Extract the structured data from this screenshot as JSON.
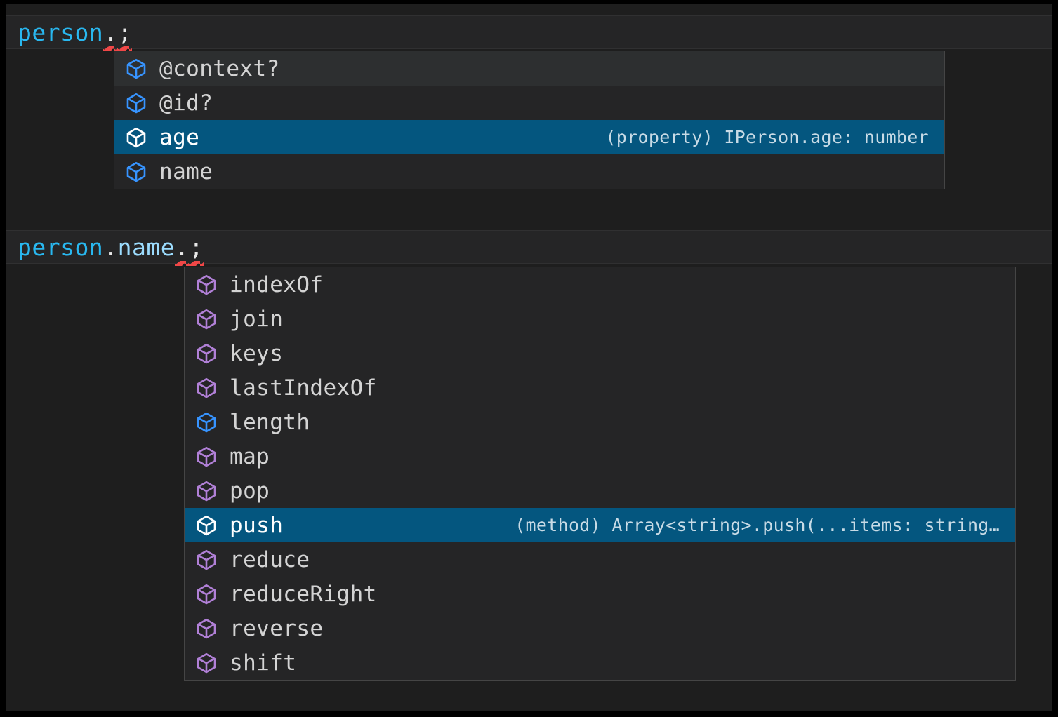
{
  "theme": {
    "frame": "#000000",
    "editor_background": "#1e1e1e",
    "active_line_background": "#252526",
    "widget_background": "#252526",
    "widget_border": "#454545",
    "selected_row_background": "#04567f",
    "hovered_row_background": "#2d2f30",
    "variable_color": "#29b8f0",
    "property_color": "#9cdcfe",
    "punctuation_color": "#e8e8e8",
    "label_color": "#d4d4d4",
    "detail_color": "#c8dbe6",
    "error_squiggle_color": "#f04747",
    "method_icon_color": "#b180d7",
    "property_icon_color": "#3794ff",
    "selected_icon_color": "#ffffff"
  },
  "editor": {
    "line_1": {
      "tokens": [
        {
          "text": "person",
          "kind": "variable"
        },
        {
          "text": ".",
          "kind": "punctuation",
          "error": true
        },
        {
          "text": ";",
          "kind": "punctuation",
          "error": true
        }
      ],
      "plain": "person.;"
    },
    "line_2": {
      "tokens": [
        {
          "text": "person",
          "kind": "variable"
        },
        {
          "text": ".",
          "kind": "punctuation"
        },
        {
          "text": "name",
          "kind": "property"
        },
        {
          "text": ".",
          "kind": "punctuation",
          "error": true
        },
        {
          "text": ";",
          "kind": "punctuation",
          "error": true
        }
      ],
      "plain": "person.name.;"
    }
  },
  "suggest_widget_1": {
    "name": "intellisense-suggestions-person",
    "items": [
      {
        "label": "@context?",
        "icon": "property-cube-icon",
        "icon_kind": "property",
        "detail": "",
        "state": "hovered"
      },
      {
        "label": "@id?",
        "icon": "property-cube-icon",
        "icon_kind": "property",
        "detail": "",
        "state": "normal"
      },
      {
        "label": "age",
        "icon": "property-cube-icon",
        "icon_kind": "property",
        "detail": "(property) IPerson.age: number",
        "state": "selected"
      },
      {
        "label": "name",
        "icon": "property-cube-icon",
        "icon_kind": "property",
        "detail": "",
        "state": "normal"
      }
    ]
  },
  "suggest_widget_2": {
    "name": "intellisense-suggestions-person-name",
    "items": [
      {
        "label": "indexOf",
        "icon": "method-cube-icon",
        "icon_kind": "method",
        "detail": "",
        "state": "normal"
      },
      {
        "label": "join",
        "icon": "method-cube-icon",
        "icon_kind": "method",
        "detail": "",
        "state": "normal"
      },
      {
        "label": "keys",
        "icon": "method-cube-icon",
        "icon_kind": "method",
        "detail": "",
        "state": "normal"
      },
      {
        "label": "lastIndexOf",
        "icon": "method-cube-icon",
        "icon_kind": "method",
        "detail": "",
        "state": "normal"
      },
      {
        "label": "length",
        "icon": "property-cube-icon",
        "icon_kind": "property",
        "detail": "",
        "state": "normal"
      },
      {
        "label": "map",
        "icon": "method-cube-icon",
        "icon_kind": "method",
        "detail": "",
        "state": "normal"
      },
      {
        "label": "pop",
        "icon": "method-cube-icon",
        "icon_kind": "method",
        "detail": "",
        "state": "normal"
      },
      {
        "label": "push",
        "icon": "method-cube-icon",
        "icon_kind": "method",
        "detail": "(method) Array<string>.push(...items: string…",
        "state": "selected"
      },
      {
        "label": "reduce",
        "icon": "method-cube-icon",
        "icon_kind": "method",
        "detail": "",
        "state": "normal"
      },
      {
        "label": "reduceRight",
        "icon": "method-cube-icon",
        "icon_kind": "method",
        "detail": "",
        "state": "normal"
      },
      {
        "label": "reverse",
        "icon": "method-cube-icon",
        "icon_kind": "method",
        "detail": "",
        "state": "normal"
      },
      {
        "label": "shift",
        "icon": "method-cube-icon",
        "icon_kind": "method",
        "detail": "",
        "state": "normal"
      }
    ]
  }
}
